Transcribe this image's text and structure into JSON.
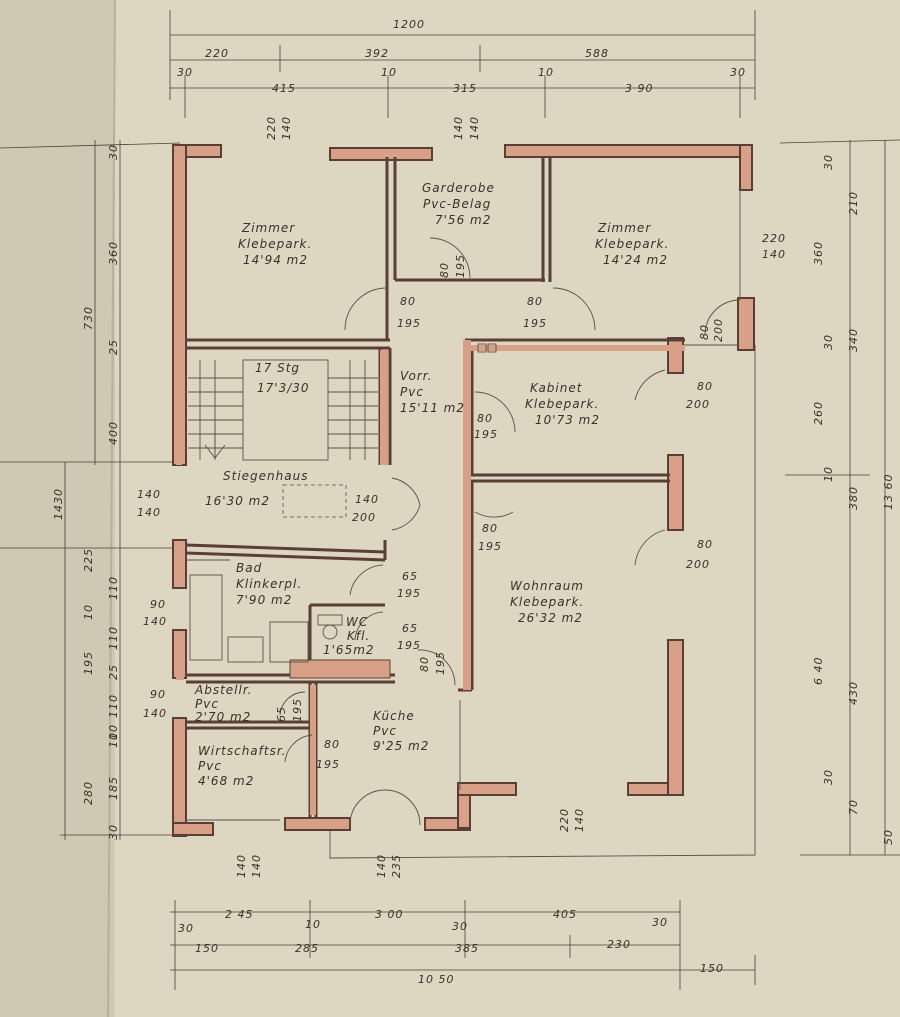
{
  "rooms": {
    "zimmer_left": {
      "name": "Zimmer",
      "floor": "Klebepark.",
      "area": "14'94 m2"
    },
    "garderobe": {
      "name": "Garderobe",
      "floor": "Pvc-Belag",
      "area": "7'56 m2"
    },
    "zimmer_right": {
      "name": "Zimmer",
      "floor": "Klebepark.",
      "area": "14'24 m2"
    },
    "stiege": {
      "label": "17 Stg",
      "ratio": "17'3/30"
    },
    "vorraum": {
      "name": "Vorr.",
      "floor": "Pvc",
      "area": "15'11 m2"
    },
    "kabinet": {
      "name": "Kabinet",
      "floor": "Klebepark.",
      "area": "10'73 m2"
    },
    "stiegenhaus": {
      "name": "Stiegenhaus",
      "area": "16'30 m2"
    },
    "bad": {
      "name": "Bad",
      "floor": "Klinkerpl.",
      "area": "7'90 m2"
    },
    "wc": {
      "name": "WC",
      "floor": "Kfl.",
      "area": "1'65m2"
    },
    "wohnraum": {
      "name": "Wohnraum",
      "floor": "Klebepark.",
      "area": "26'32 m2"
    },
    "abstell": {
      "name": "Abstellr.",
      "floor": "Pvc",
      "area": "2'70 m2"
    },
    "kueche": {
      "name": "Küche",
      "floor": "Pvc",
      "area": "9'25 m2"
    },
    "wirtschaft": {
      "name": "Wirtschaftsr.",
      "floor": "Pvc",
      "area": "4'68 m2"
    }
  },
  "dims_top": {
    "total": "1200",
    "row2": [
      "220",
      "392",
      "588"
    ],
    "row3": [
      "30",
      "415",
      "10",
      "315",
      "10",
      "3 90",
      "30"
    ]
  },
  "dims_bottom": {
    "row1": [
      "30",
      "2 45",
      "10",
      "3 00",
      "30",
      "405",
      "30"
    ],
    "row2": [
      "150",
      "285",
      "385",
      "230"
    ],
    "total": "10 50",
    "extra": "150"
  },
  "dims_left": {
    "outer": [
      "730",
      "1430"
    ],
    "inner": [
      "30",
      "360",
      "25",
      "400",
      "225",
      "110",
      "10",
      "110",
      "25",
      "195",
      "10",
      "110",
      "10",
      "185",
      "280",
      "30"
    ]
  },
  "dims_right": {
    "inner": [
      "30",
      "210",
      "360",
      "30",
      "340",
      "260",
      "10",
      "380",
      "6 40",
      "430",
      "30",
      "70",
      "50"
    ],
    "total": "13 60"
  },
  "openings": [
    "220",
    "140",
    "140",
    "140",
    "80",
    "195",
    "80",
    "195",
    "80",
    "195",
    "220",
    "140",
    "80",
    "200",
    "80",
    "195",
    "80",
    "200",
    "140",
    "140",
    "140",
    "200",
    "80",
    "195",
    "80",
    "200",
    "65",
    "195",
    "65",
    "195",
    "80",
    "195",
    "90",
    "140",
    "90",
    "140",
    "65",
    "195",
    "80",
    "195",
    "220",
    "140",
    "140",
    "140",
    "140",
    "235"
  ]
}
